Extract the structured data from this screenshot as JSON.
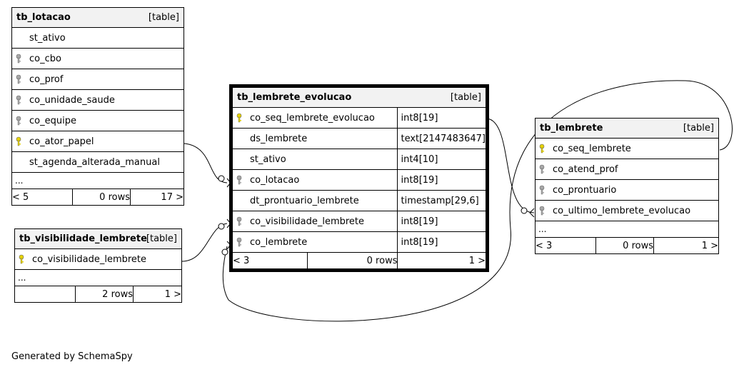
{
  "tables": {
    "lotacao": {
      "name": "tb_lotacao",
      "kind": "[table]",
      "columns": [
        {
          "name": "st_ativo",
          "key": "none"
        },
        {
          "name": "co_cbo",
          "key": "fk"
        },
        {
          "name": "co_prof",
          "key": "fk"
        },
        {
          "name": "co_unidade_saude",
          "key": "fk"
        },
        {
          "name": "co_equipe",
          "key": "fk"
        },
        {
          "name": "co_ator_papel",
          "key": "pk"
        },
        {
          "name": "st_agenda_alterada_manual",
          "key": "none"
        }
      ],
      "ellipsis": "...",
      "footer": {
        "left": "< 5",
        "rows": "0 rows",
        "right": "17 >"
      }
    },
    "visibilidade": {
      "name": "tb_visibilidade_lembrete",
      "kind": "[table]",
      "columns": [
        {
          "name": "co_visibilidade_lembrete",
          "key": "pk"
        }
      ],
      "ellipsis": "...",
      "footer": {
        "left": "",
        "rows": "2 rows",
        "right": "1 >"
      }
    },
    "evolucao": {
      "name": "tb_lembrete_evolucao",
      "kind": "[table]",
      "columns": [
        {
          "name": "co_seq_lembrete_evolucao",
          "type": "int8[19]",
          "key": "pk"
        },
        {
          "name": "ds_lembrete",
          "type": "text[2147483647]",
          "key": "none"
        },
        {
          "name": "st_ativo",
          "type": "int4[10]",
          "key": "none"
        },
        {
          "name": "co_lotacao",
          "type": "int8[19]",
          "key": "fk"
        },
        {
          "name": "dt_prontuario_lembrete",
          "type": "timestamp[29,6]",
          "key": "none"
        },
        {
          "name": "co_visibilidade_lembrete",
          "type": "int8[19]",
          "key": "fk"
        },
        {
          "name": "co_lembrete",
          "type": "int8[19]",
          "key": "fk"
        }
      ],
      "footer": {
        "left": "< 3",
        "rows": "0 rows",
        "right": "1 >"
      }
    },
    "lembrete": {
      "name": "tb_lembrete",
      "kind": "[table]",
      "columns": [
        {
          "name": "co_seq_lembrete",
          "key": "pk"
        },
        {
          "name": "co_atend_prof",
          "key": "fk"
        },
        {
          "name": "co_prontuario",
          "key": "fk"
        },
        {
          "name": "co_ultimo_lembrete_evolucao",
          "key": "fk"
        }
      ],
      "ellipsis": "...",
      "footer": {
        "left": "< 3",
        "rows": "0 rows",
        "right": "1 >"
      }
    }
  },
  "colors": {
    "pk_key": "#e6d200",
    "fk_key": "#a8a8a8",
    "header_bg": "#f2f2f2"
  },
  "footer_text": "Generated by SchemaSpy"
}
